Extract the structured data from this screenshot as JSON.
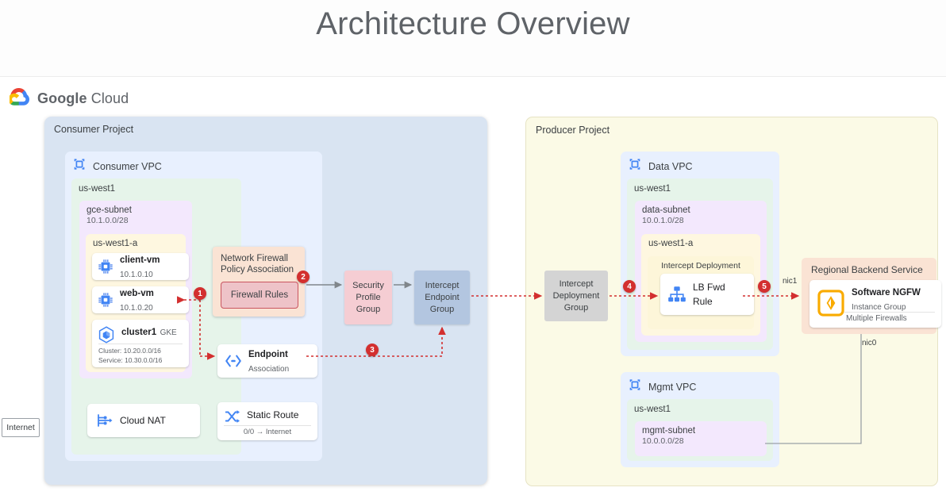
{
  "page": {
    "title": "Architecture Overview"
  },
  "brand": {
    "google": "Google",
    "cloud": "Cloud",
    "icon": "google-cloud-logo"
  },
  "internet": {
    "label": "Internet"
  },
  "consumer": {
    "project_label": "Consumer Project",
    "vpc_label": "Consumer VPC",
    "region_label": "us-west1",
    "subnet": {
      "name": "gce-subnet",
      "cidr": "10.1.0.0/28"
    },
    "zone_label": "us-west1-a",
    "vms": [
      {
        "name": "client-vm",
        "ip": "10.1.0.10",
        "icon": "cpu-chip-icon"
      },
      {
        "name": "web-vm",
        "ip": "10.1.0.20",
        "icon": "cpu-chip-icon"
      }
    ],
    "cluster": {
      "name": "cluster1",
      "kind": "GKE",
      "cluster_cidr": "Cluster: 10.20.0.0/16",
      "service_cidr": "Service: 10.30.0.0/16",
      "icon": "gke-cluster-icon"
    },
    "cloud_nat": {
      "label": "Cloud NAT",
      "icon": "cloud-nat-icon"
    },
    "nfpa": {
      "title_line1": "Network Firewall",
      "title_line2": "Policy Association",
      "rules_label": "Firewall Rules"
    },
    "endpoint_association": {
      "name": "Endpoint",
      "sub": "Association",
      "icon": "endpoint-association-icon"
    },
    "static_route": {
      "name": "Static Route",
      "dest": "0/0 → Internet",
      "icon": "static-route-icon"
    }
  },
  "middle": {
    "security_profile_group": [
      "Security",
      "Profile",
      "Group"
    ],
    "intercept_endpoint_group": [
      "Intercept",
      "Endpoint",
      "Group"
    ]
  },
  "producer": {
    "project_label": "Producer Project",
    "intercept_deployment_group": [
      "Intercept",
      "Deployment",
      "Group"
    ],
    "data_vpc": {
      "vpc_label": "Data VPC",
      "region_label": "us-west1",
      "subnet": {
        "name": "data-subnet",
        "cidr": "10.0.1.0/28"
      },
      "zone_label": "us-west1-a",
      "deployment_label": "Intercept Deployment",
      "lb": {
        "line1": "LB Fwd",
        "line2": "Rule",
        "icon": "load-balancer-icon"
      }
    },
    "mgmt_vpc": {
      "vpc_label": "Mgmt VPC",
      "region_label": "us-west1",
      "subnet": {
        "name": "mgmt-subnet",
        "cidr": "10.0.0.0/28"
      }
    },
    "regional_backend_service": {
      "title": "Regional Backend Service",
      "ngfw": {
        "name": "Software NGFW",
        "sub1": "Instance Group",
        "sub2": "Multiple Firewalls",
        "icon": "ngfw-shield-icon"
      }
    },
    "nic1_label": "nic1",
    "nic0_label": "nic0"
  },
  "badges": [
    {
      "n": "1"
    },
    {
      "n": "2"
    },
    {
      "n": "3"
    },
    {
      "n": "4"
    },
    {
      "n": "5"
    }
  ],
  "colors": {
    "flow_red": "#d32f2f",
    "link_grey": "#9aa0a6",
    "project_blue": "#d9e4f2",
    "project_cream": "#fbfae6",
    "vpc_blue": "#e8f0fe",
    "region_green": "#e6f4ea",
    "subnet_purple": "#f3e8fd",
    "zone_yellow": "#fef7e0"
  }
}
